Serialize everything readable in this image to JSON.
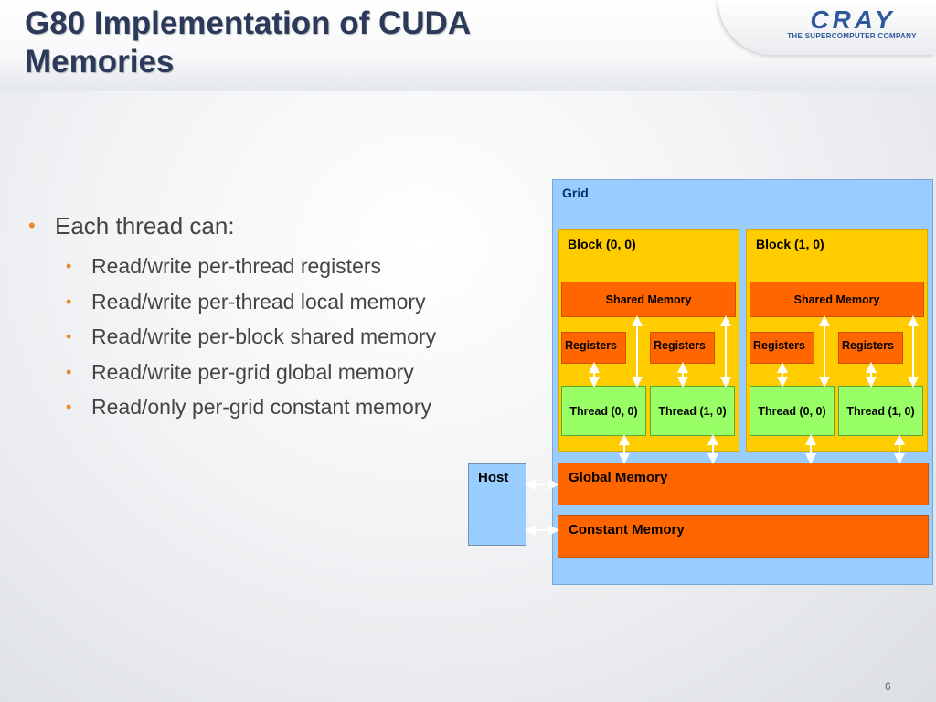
{
  "slide": {
    "title": "G80 Implementation of  CUDA Memories",
    "page_number": "6"
  },
  "logo": {
    "name": "CRAY",
    "tagline": "THE SUPERCOMPUTER COMPANY"
  },
  "bullets": {
    "main": "Each thread can:",
    "items": [
      "Read/write per-thread registers",
      "Read/write per-thread local memory",
      "Read/write per-block shared memory",
      "Read/write per-grid global memory",
      "Read/only per-grid constant memory"
    ]
  },
  "diagram": {
    "grid_label": "Grid",
    "blocks": [
      {
        "label": "Block (0, 0)",
        "shared_memory": "Shared Memory",
        "registers": [
          "Registers",
          "Registers"
        ],
        "threads": [
          "Thread (0, 0)",
          "Thread (1, 0)"
        ]
      },
      {
        "label": "Block (1, 0)",
        "shared_memory": "Shared Memory",
        "registers": [
          "Registers",
          "Registers"
        ],
        "threads": [
          "Thread (0, 0)",
          "Thread (1, 0)"
        ]
      }
    ],
    "host": "Host",
    "global_memory": "Global Memory",
    "constant_memory": "Constant Memory",
    "colors": {
      "grid": "#99ccff",
      "block": "#ffcc00",
      "memory": "#ff6600",
      "thread": "#99ff66",
      "host": "#99ccff",
      "arrow": "#ffffff"
    }
  }
}
